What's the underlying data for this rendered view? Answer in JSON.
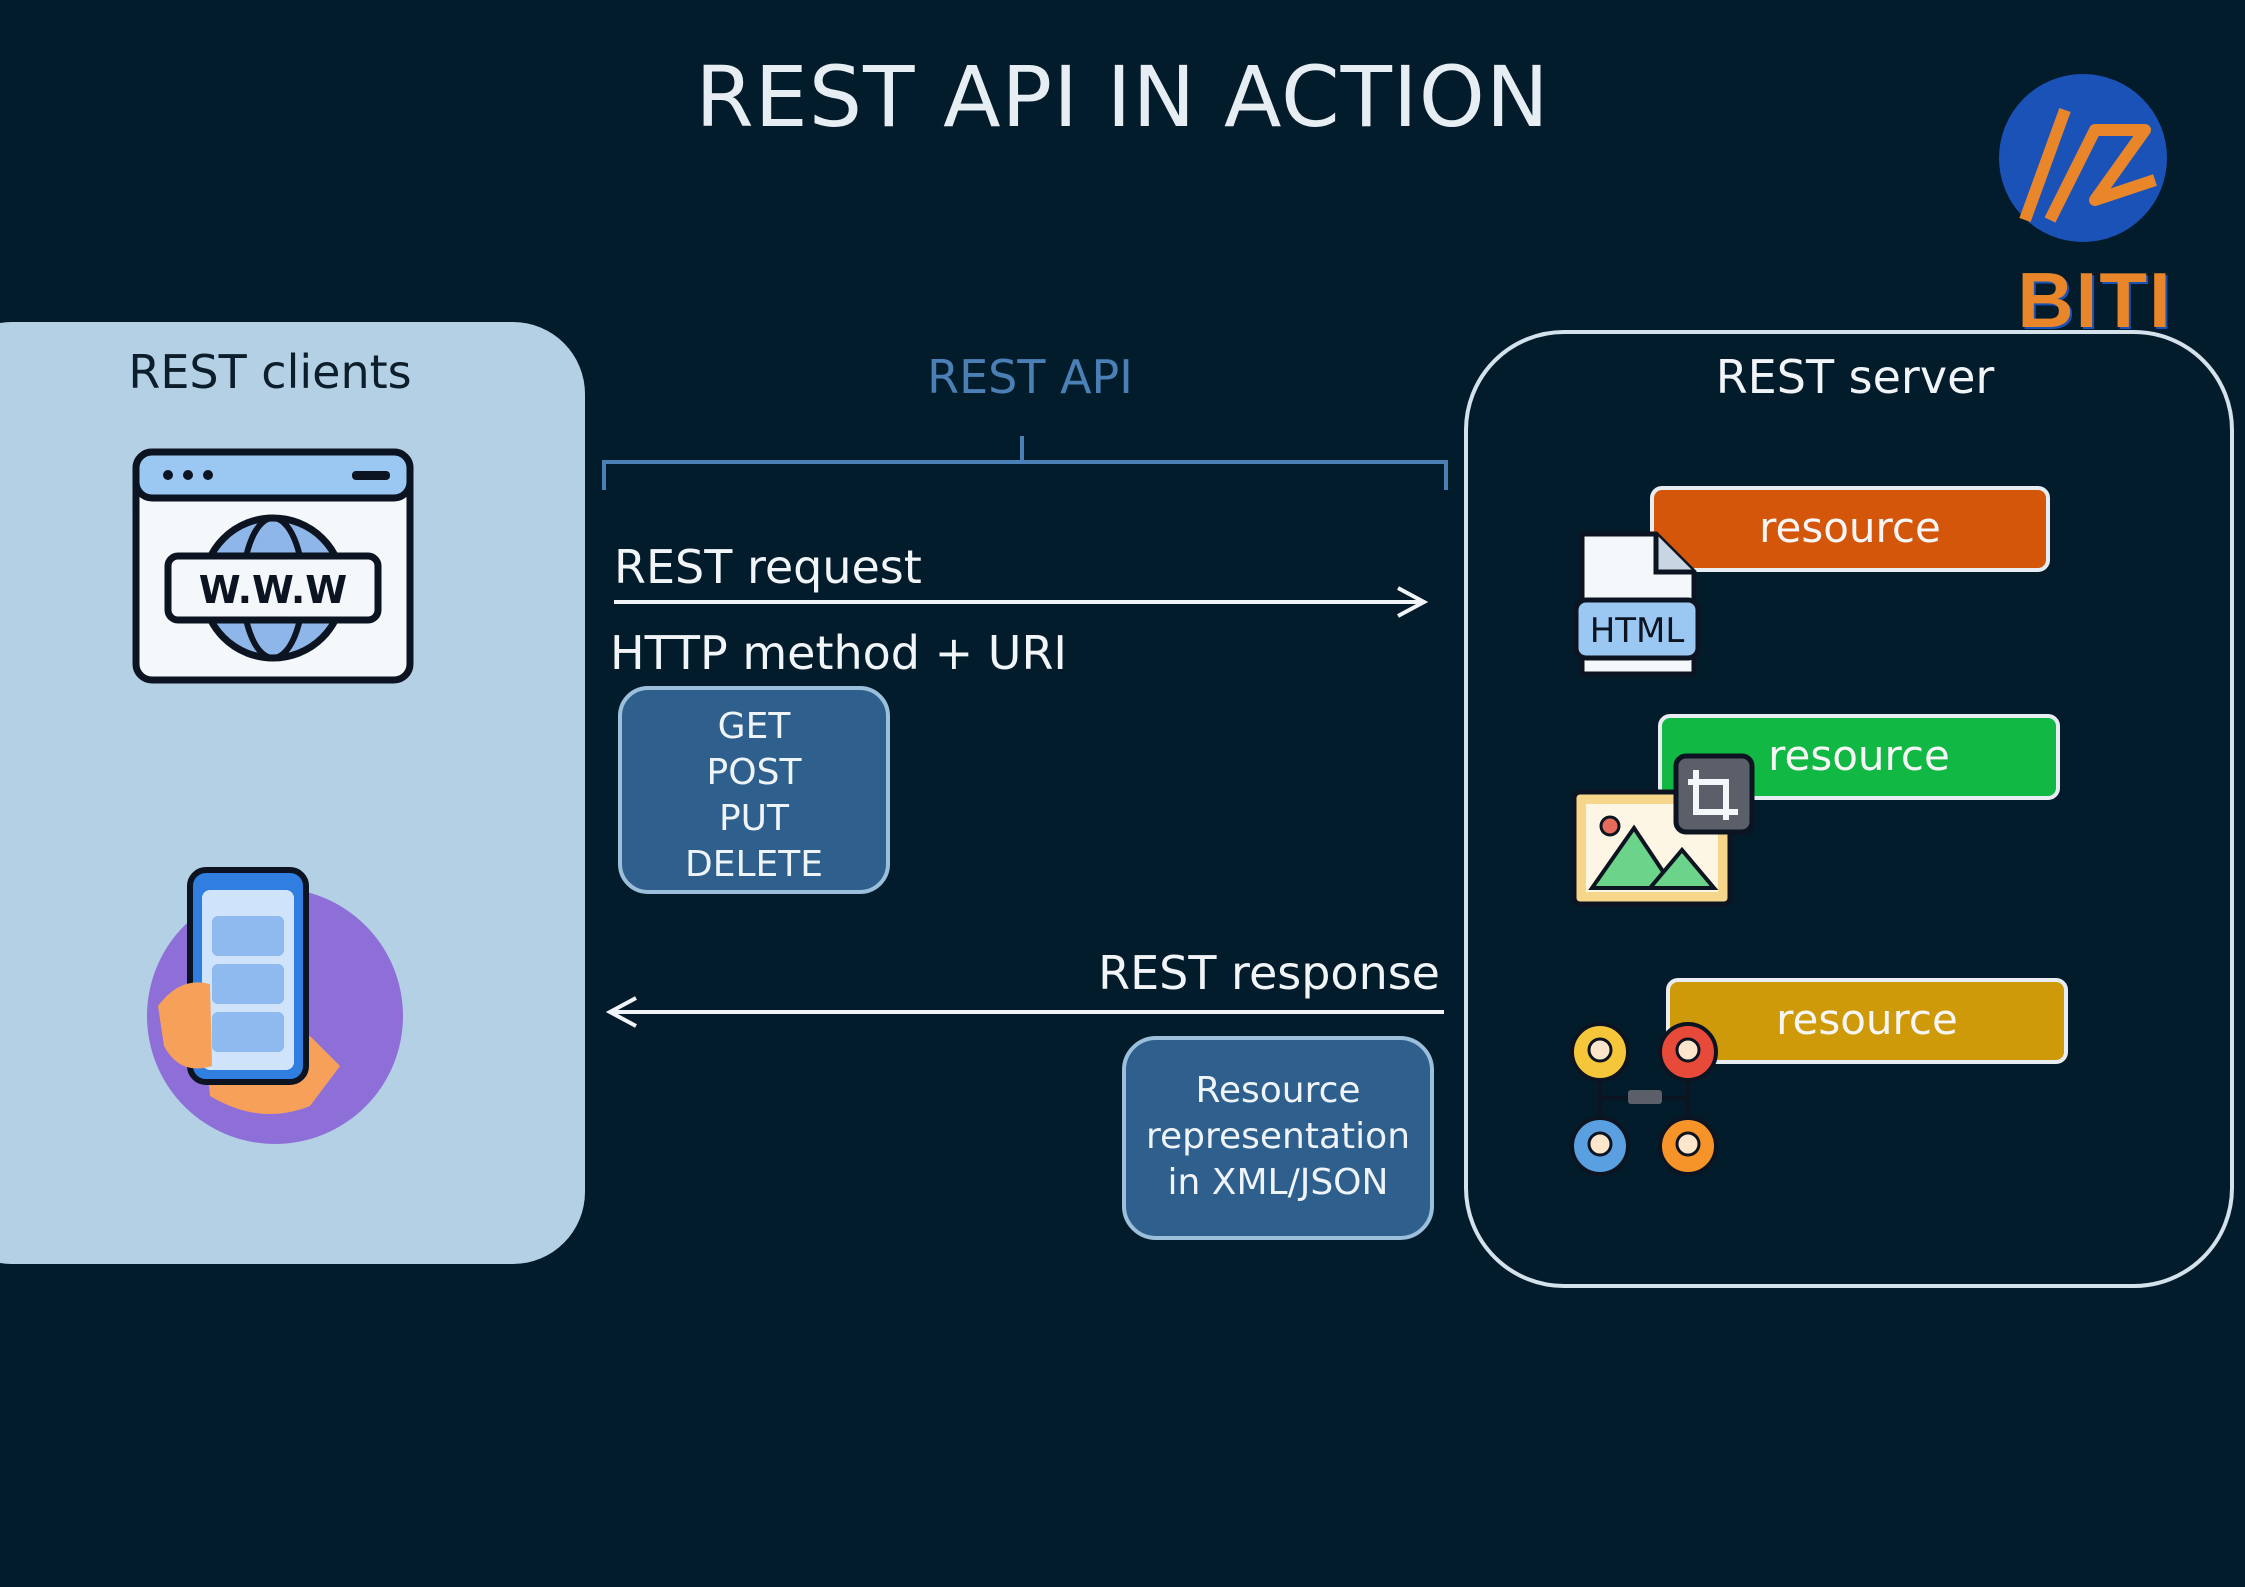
{
  "title": "REST API IN ACTION",
  "logo": {
    "text": "BITI",
    "icon": "biti-logo-icon",
    "colors": {
      "circle": "#1b52b8",
      "stroke": "#e9862a"
    }
  },
  "clients": {
    "label": "REST clients",
    "items": [
      {
        "icon": "web-browser-icon",
        "text": "W.W.W"
      },
      {
        "icon": "mobile-phone-icon"
      }
    ]
  },
  "api": {
    "label": "REST API",
    "request": {
      "label": "REST request",
      "detail": "HTTP method + URI",
      "methods": [
        "GET",
        "POST",
        "PUT",
        "DELETE"
      ]
    },
    "response": {
      "label": "REST response",
      "body_lines": [
        "Resource",
        "representation",
        "in XML/JSON"
      ]
    }
  },
  "server": {
    "label": "REST server",
    "resources": [
      {
        "label": "resource",
        "color": "#d4560b",
        "icon": "html-file-icon",
        "icon_text": "HTML"
      },
      {
        "label": "resource",
        "color": "#12b844",
        "icon": "image-file-icon"
      },
      {
        "label": "resource",
        "color": "#cf9a0a",
        "icon": "team-network-icon"
      }
    ]
  }
}
